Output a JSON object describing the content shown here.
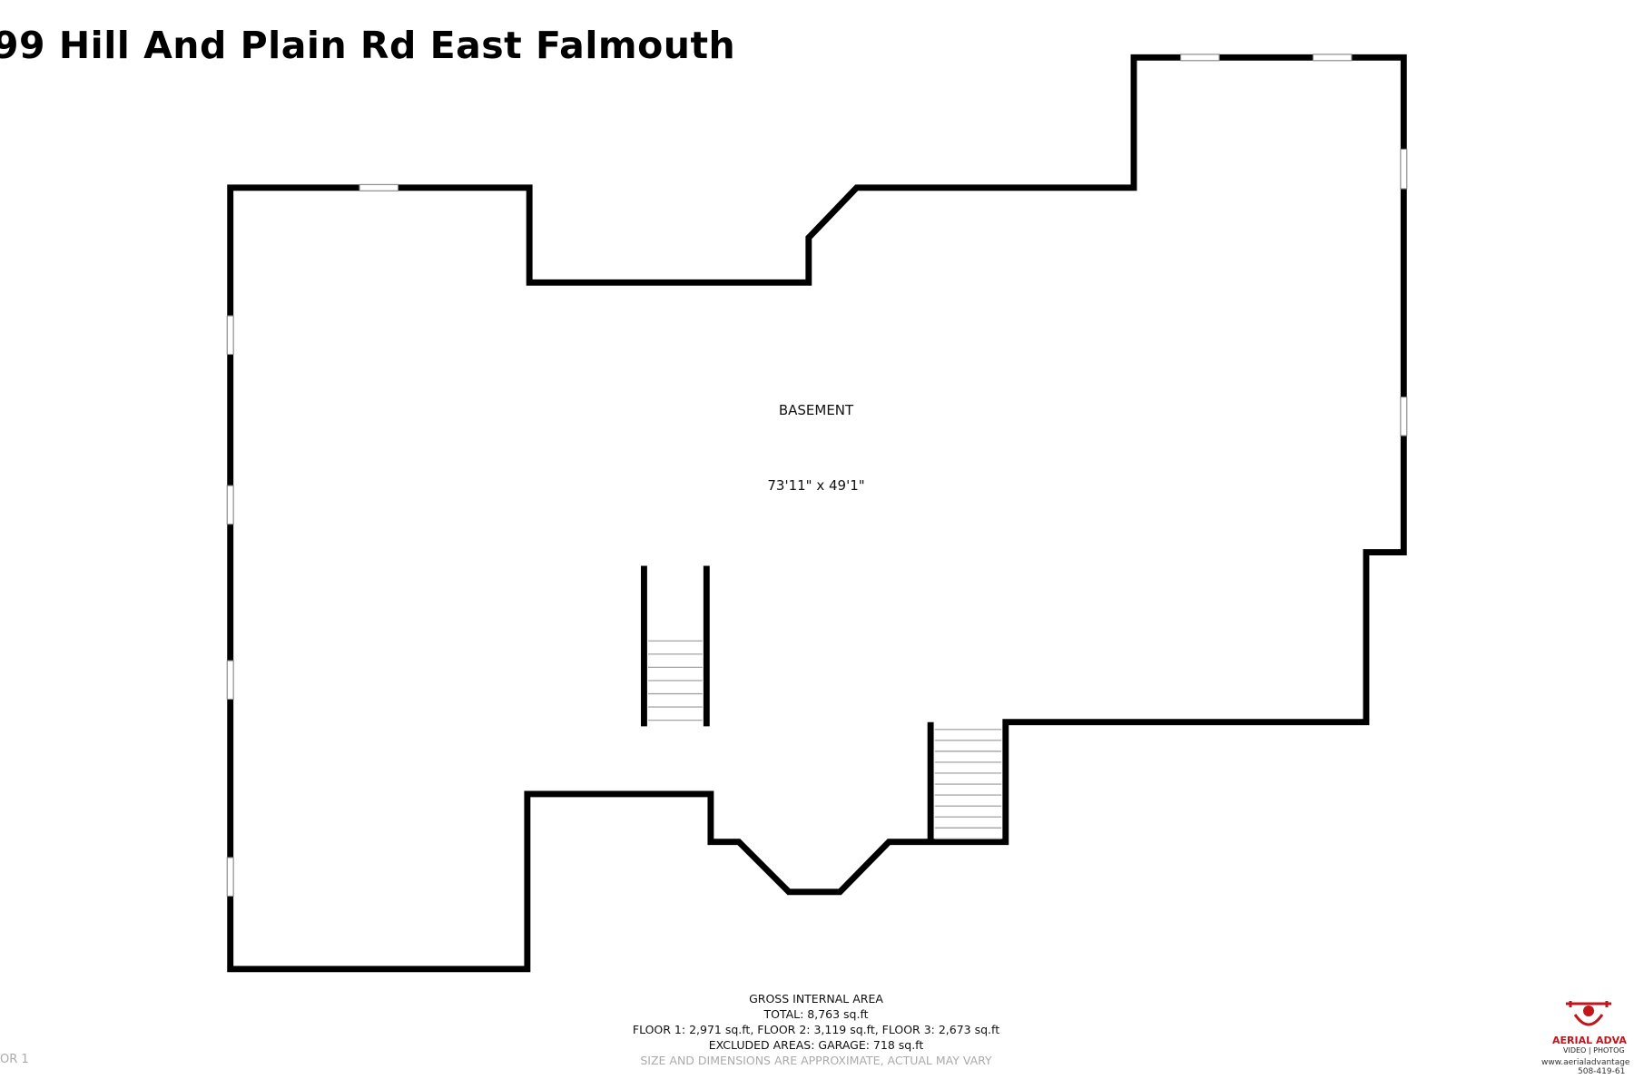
{
  "title": "99 Hill And Plain Rd East Falmouth",
  "room": {
    "name": "BASEMENT",
    "dimensions": "73'11\" x 49'1\""
  },
  "area": {
    "heading": "GROSS INTERNAL AREA",
    "total": "TOTAL: 8,763 sq.ft",
    "floors": "FLOOR 1: 2,971 sq.ft, FLOOR 2: 3,119 sq.ft, FLOOR 3: 2,673 sq.ft",
    "excluded": "EXCLUDED AREAS: GARAGE: 718 sq.ft",
    "disclaimer": "SIZE AND DIMENSIONS ARE APPROXIMATE, ACTUAL MAY VARY"
  },
  "floor_label": "OR 1",
  "logo": {
    "name": "AERIAL ADVA",
    "sub": "VIDEO | PHOTOG",
    "url": "www.aerialadvantage",
    "phone": "508-419-61",
    "color": "#c0161c"
  },
  "colors": {
    "wall": "#000000",
    "window": "#ffffff",
    "muted": "#aaaaaa"
  }
}
